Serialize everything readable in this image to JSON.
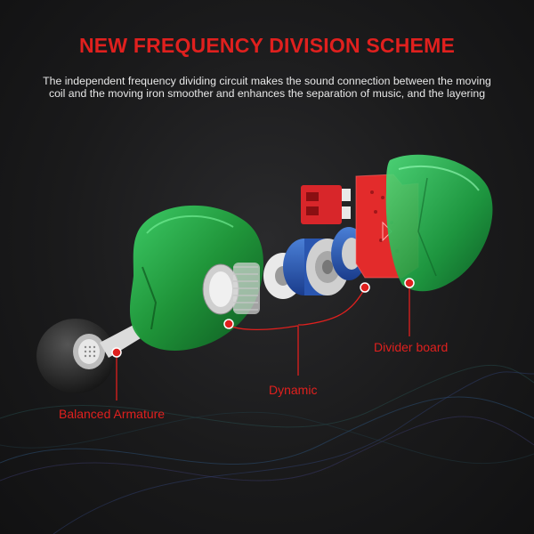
{
  "header": {
    "title": "NEW FREQUENCY DIVISION SCHEME",
    "subtitle_line1": "The independent frequency dividing circuit makes the sound connection between the moving",
    "subtitle_line2": "coil and the moving iron smoother and enhances the separation of music, and the layering"
  },
  "labels": {
    "divider_board": "Divider board",
    "dynamic": "Dynamic",
    "balanced_armature": "Balanced Armature"
  },
  "colors": {
    "accent_red": "#e0201e",
    "shell_green": "#1f9a3a",
    "background": "#1a1a1b"
  }
}
